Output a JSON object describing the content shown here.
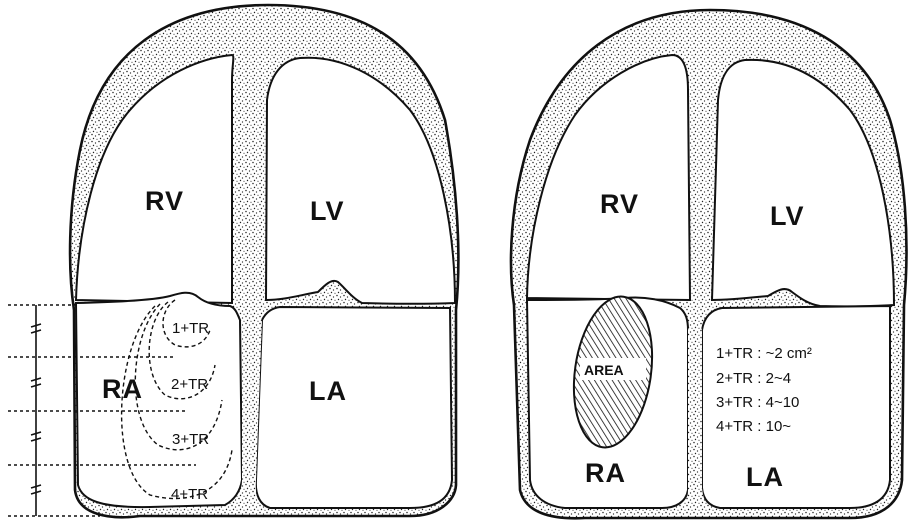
{
  "left_diagram": {
    "chambers": {
      "rv": "RV",
      "lv": "LV",
      "ra": "RA",
      "la": "LA"
    },
    "grades": [
      "1+TR",
      "2+TR",
      "3+TR",
      "4+TR"
    ]
  },
  "right_diagram": {
    "chambers": {
      "rv": "RV",
      "lv": "LV",
      "ra": "RA",
      "la": "LA"
    },
    "area_label": "AREA",
    "criteria": [
      "1+TR : ~2 cm²",
      "2+TR : 2~4",
      "3+TR : 4~10",
      "4+TR : 10~"
    ]
  }
}
